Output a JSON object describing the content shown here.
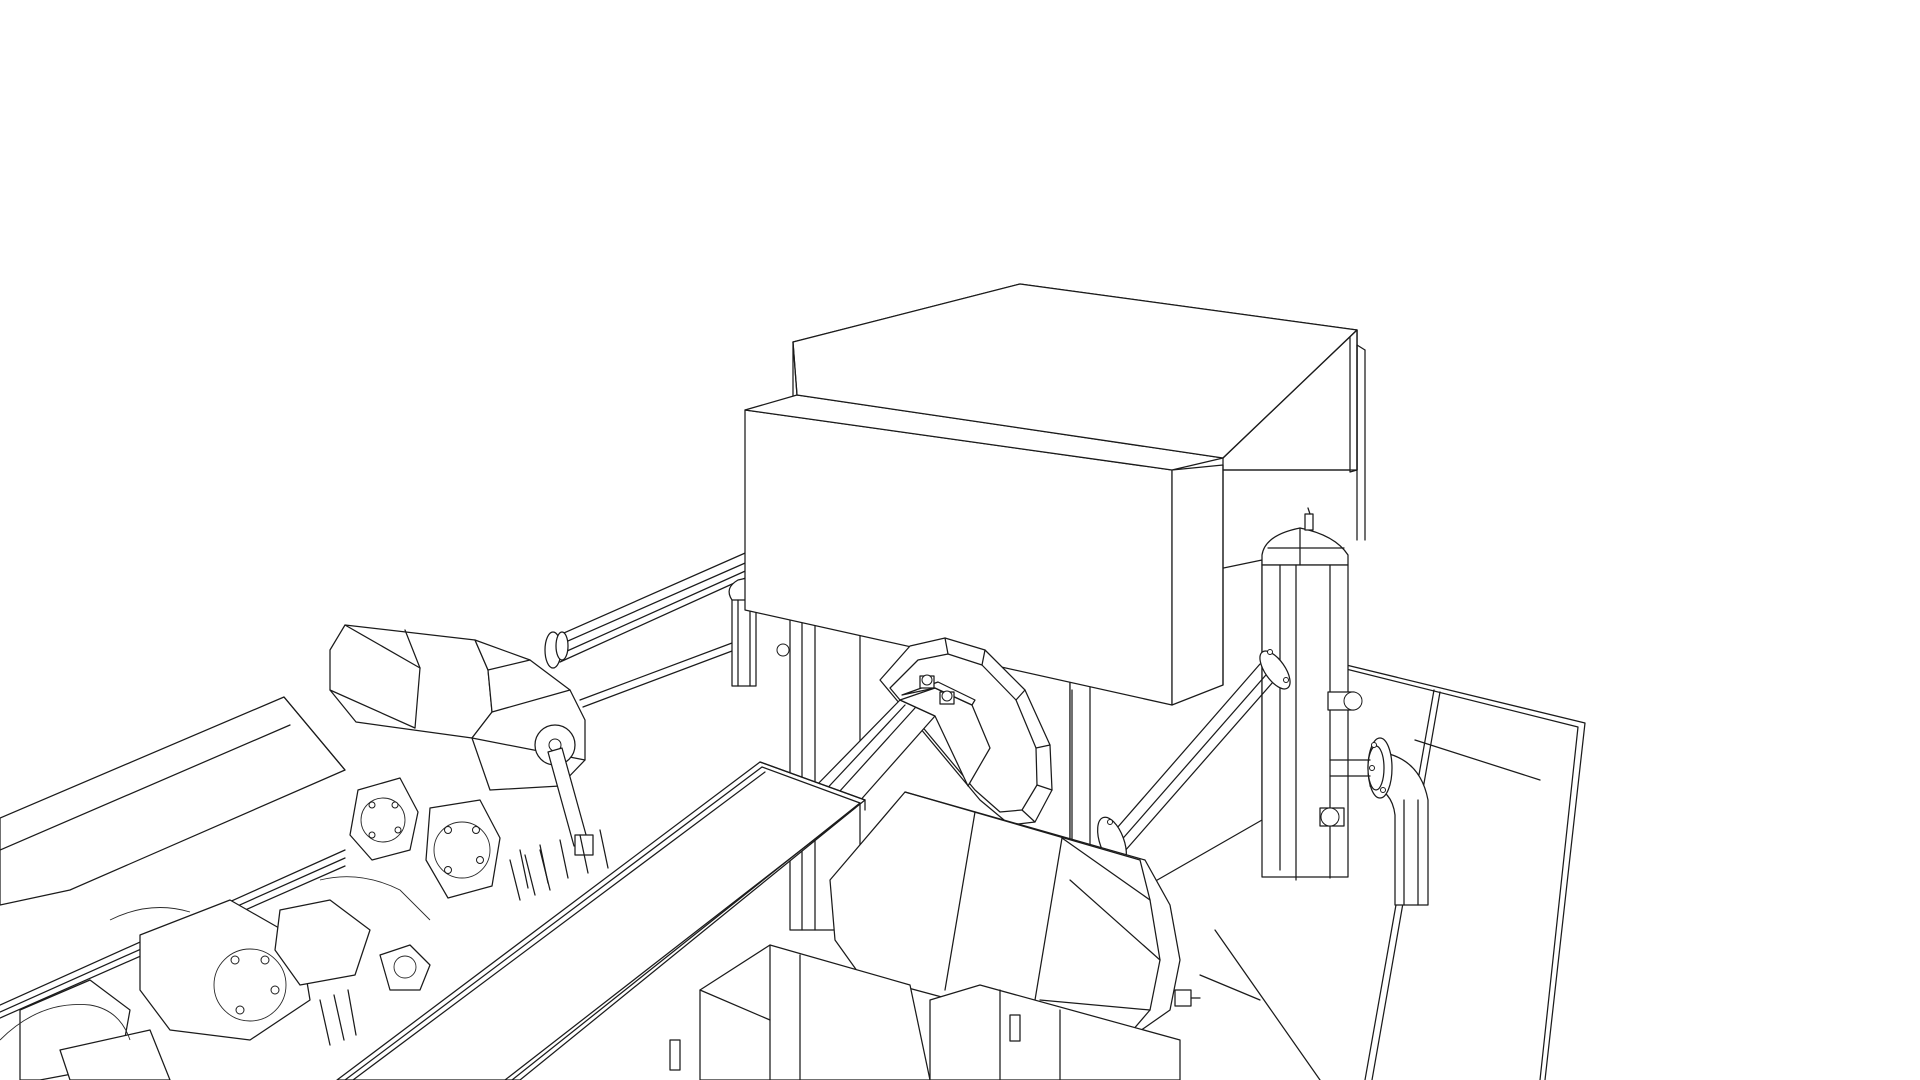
{
  "scene": {
    "background_color": "#ffffff",
    "line_color": "#1b1b1b",
    "render_style": "hidden-line wireframe"
  },
  "components": [
    {
      "name": "enclosure-block"
    },
    {
      "name": "main-drive-shaft"
    },
    {
      "name": "coupling-flange"
    },
    {
      "name": "left-cylinder-housing"
    },
    {
      "name": "right-cylinder-housing"
    },
    {
      "name": "vertical-vessel"
    },
    {
      "name": "left-pipe-run"
    },
    {
      "name": "right-pipe-run"
    },
    {
      "name": "floor-skid"
    },
    {
      "name": "cable-tray"
    },
    {
      "name": "left-compressor-bank"
    },
    {
      "name": "right-elbow-pipe"
    }
  ]
}
